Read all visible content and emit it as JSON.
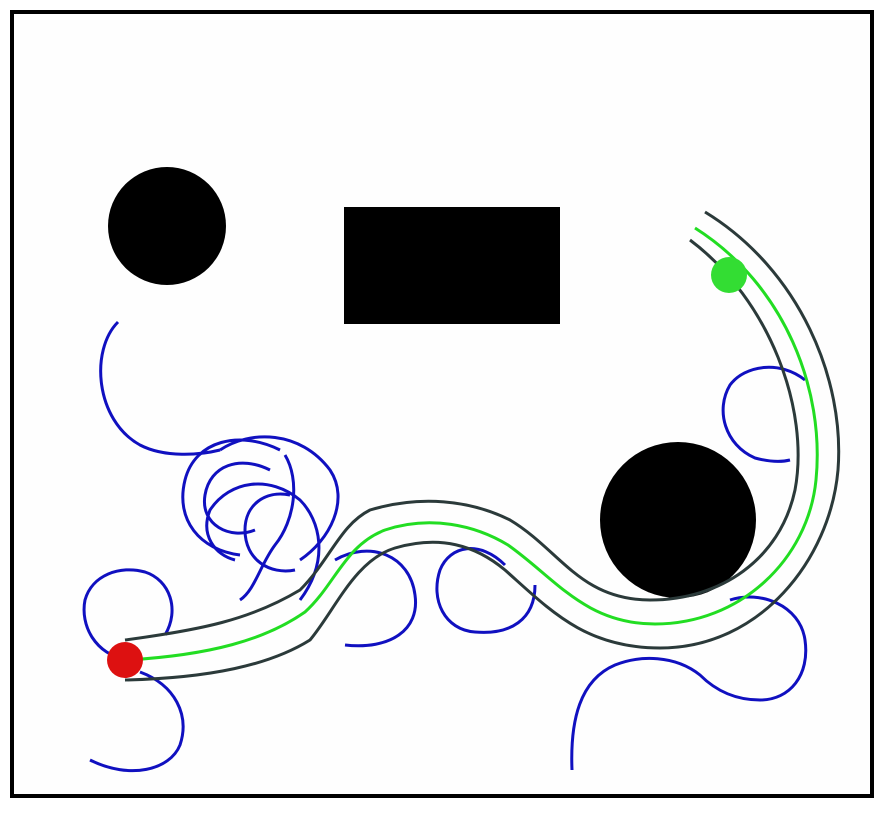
{
  "scene": {
    "colors": {
      "background": "#fefefe",
      "border": "#000000",
      "obstacle": "#000000",
      "corridor": "#2b3a3a",
      "path": "#22dd22",
      "exploration": "#1010c0",
      "start": "#dd1111",
      "goal": "#33dd33"
    },
    "obstacles": [
      {
        "kind": "circle",
        "label": "circle-obstacle-top-left"
      },
      {
        "kind": "rectangle",
        "label": "rectangle-obstacle"
      },
      {
        "kind": "circle",
        "label": "circle-obstacle-right"
      }
    ],
    "markers": {
      "start": "start-point",
      "goal": "goal-point"
    }
  }
}
